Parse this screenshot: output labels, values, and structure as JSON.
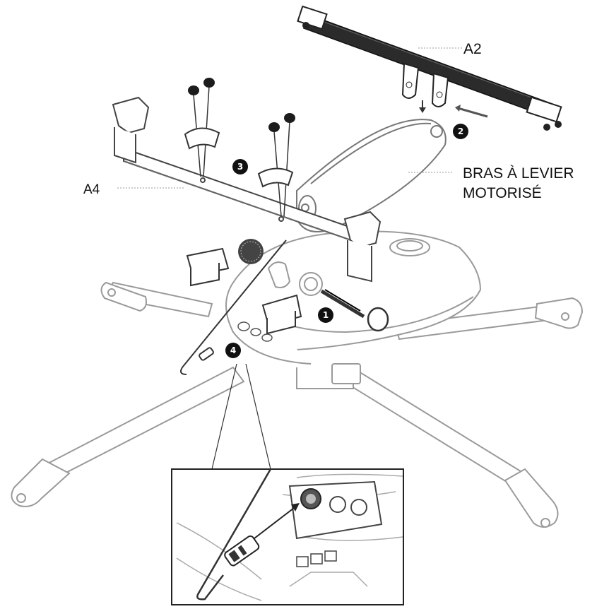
{
  "labels": {
    "a2": "A2",
    "a4": "A4",
    "bras_line1": "BRAS À LEVIER",
    "bras_line2": "MOTORISÉ"
  },
  "steps": [
    "1",
    "2",
    "3",
    "4"
  ],
  "colors": {
    "ink": "#111111",
    "line": "#9a9a9a",
    "dark_part": "#2b2b2b",
    "callout_fill": "#111111",
    "callout_text": "#ffffff"
  }
}
